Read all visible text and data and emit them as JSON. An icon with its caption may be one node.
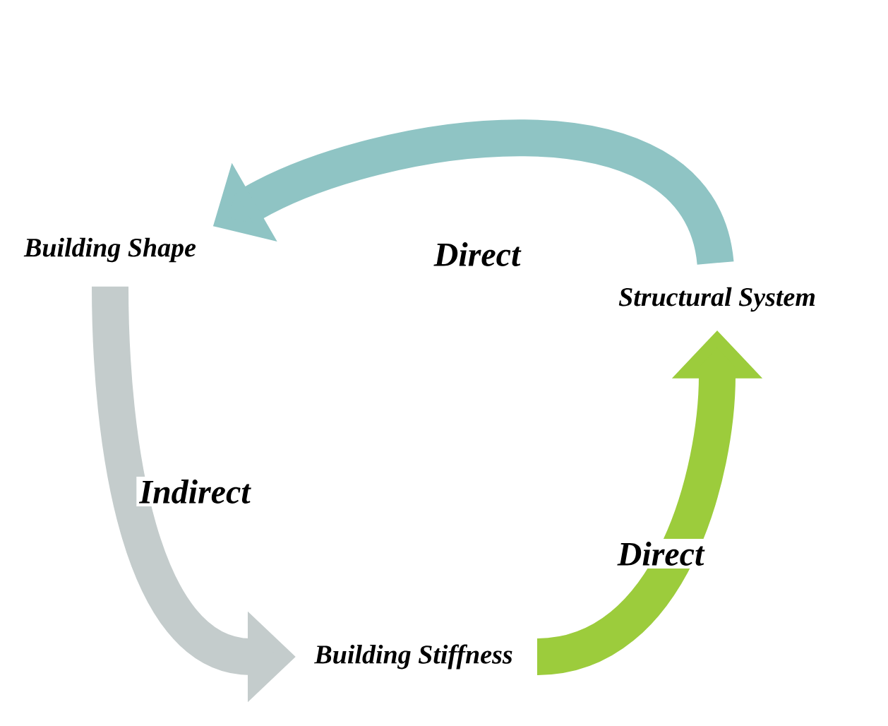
{
  "diagram": {
    "nodes": [
      {
        "text": [
          "Building Shape"
        ]
      },
      {
        "text": [
          "Structural System"
        ]
      },
      {
        "text": [
          "Building Stiffness"
        ]
      }
    ],
    "edges": [
      {
        "from": 1,
        "to": 0,
        "arrow": "to",
        "label": "Direct",
        "color": "#8fc4c4"
      },
      {
        "from": 2,
        "to": 1,
        "arrow": "to",
        "label": "Direct",
        "color": "#9ccc3c"
      },
      {
        "from": 0,
        "to": 2,
        "arrow": "to",
        "label": "Indirect",
        "color": "#c4cccc"
      }
    ]
  }
}
